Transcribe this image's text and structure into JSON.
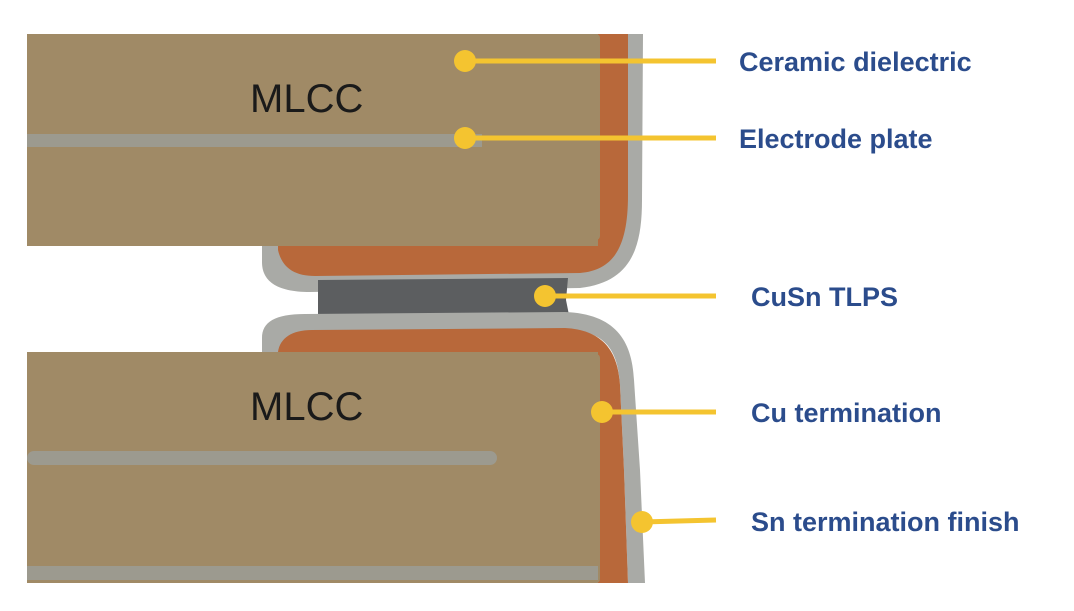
{
  "colors": {
    "ceramic": "#a08a66",
    "electrode": "#9c9a8f",
    "copper": "#b8683a",
    "tin": "#a9aaa6",
    "tlps": "#5c5e60",
    "callout": "#f4c430",
    "label": "#2b4c8c"
  },
  "components": {
    "top_mlcc_label": "MLCC",
    "bottom_mlcc_label": "MLCC"
  },
  "callouts": [
    {
      "id": "ceramic-dielectric",
      "label": "Ceramic dielectric"
    },
    {
      "id": "electrode-plate",
      "label": "Electrode plate"
    },
    {
      "id": "cusn-tlps",
      "label": "CuSn TLPS"
    },
    {
      "id": "cu-termination",
      "label": "Cu termination"
    },
    {
      "id": "sn-termination-finish",
      "label": "Sn termination finish"
    }
  ]
}
